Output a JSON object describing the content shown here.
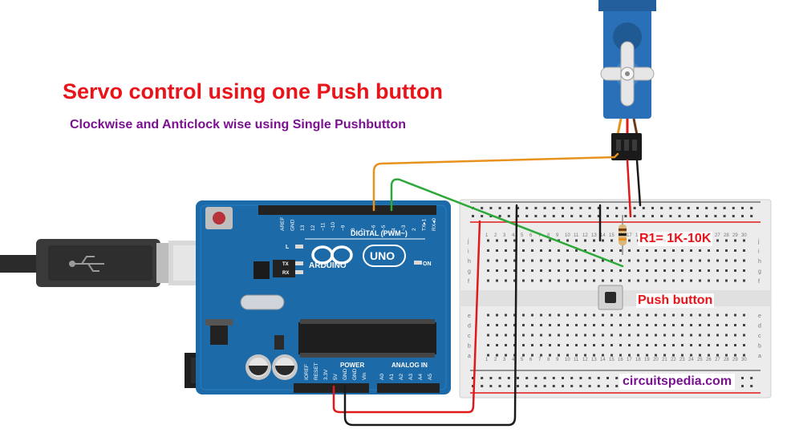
{
  "title": "Servo control using one Push button",
  "subtitle": "Clockwise and Anticlock wise using Single Pushbutton",
  "resistor_label": "R1= 1K-10K",
  "pushbutton_label": "Push button",
  "credit": "circuitspedia.com",
  "arduino": {
    "logo_text": "ARDUINO",
    "model": "UNO",
    "digital_header": "DIGITAL (PWM~)",
    "power_header": "POWER",
    "analog_header": "ANALOG IN",
    "on_label": "ON",
    "led_l": "L",
    "led_tx": "TX",
    "led_rx": "RX",
    "digital_pins": [
      "AREF",
      "GND",
      "13",
      "12",
      "~11",
      "~10",
      "~9",
      "8",
      "7",
      "~6",
      "~5",
      "4",
      "~3",
      "2",
      "TX▸1",
      "RX◂0"
    ],
    "power_pins": [
      "IOREF",
      "RESET",
      "3.3V",
      "5V",
      "GND",
      "GND",
      "Vin"
    ],
    "analog_pins": [
      "A0",
      "A1",
      "A2",
      "A3",
      "A4",
      "A5"
    ]
  },
  "breadboard": {
    "rows_top": [
      "j",
      "i",
      "h",
      "g",
      "f"
    ],
    "rows_bottom": [
      "e",
      "d",
      "c",
      "b",
      "a"
    ],
    "columns": [
      "1",
      "2",
      "3",
      "4",
      "5",
      "6",
      "7",
      "8",
      "9",
      "10",
      "11",
      "12",
      "13",
      "14",
      "15",
      "16",
      "17",
      "18",
      "19",
      "20",
      "21",
      "22",
      "23",
      "24",
      "25",
      "26",
      "27",
      "28",
      "29",
      "30"
    ]
  },
  "colors": {
    "title": "#e8141a",
    "subtitle": "#7a1190",
    "board": "#1c6aa8",
    "wire_orange": "#e8921e",
    "wire_green": "#2fa83a",
    "wire_red": "#e01a1a",
    "wire_black": "#1a1a1a",
    "servo": "#2a70b8"
  }
}
